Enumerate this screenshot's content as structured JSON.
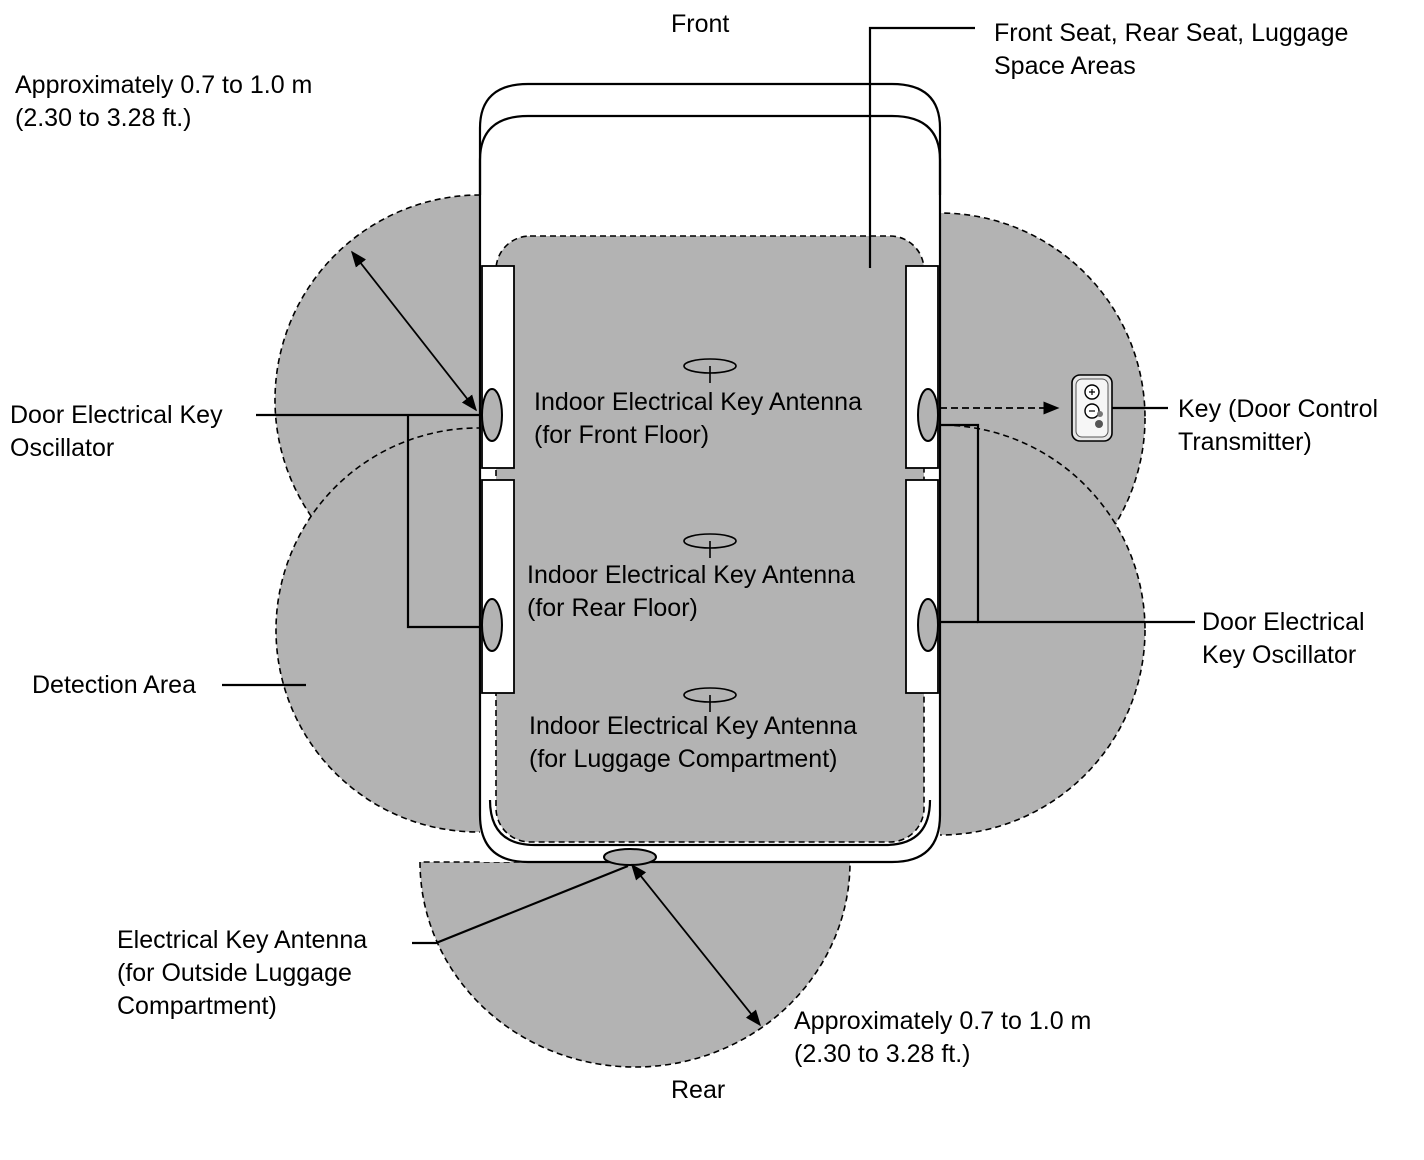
{
  "labels": {
    "front": "Front",
    "rear": "Rear",
    "seat_areas": [
      "Front Seat, Rear Seat, Luggage",
      "Space Areas"
    ],
    "range_top": [
      "Approximately 0.7 to 1.0 m",
      "(2.30 to 3.28 ft.)"
    ],
    "range_bottom": [
      "Approximately 0.7 to 1.0 m",
      "(2.30 to 3.28 ft.)"
    ],
    "door_osc_left": [
      "Door Electrical Key",
      "Oscillator"
    ],
    "door_osc_right": [
      "Door Electrical",
      "Key Oscillator"
    ],
    "detection_area": "Detection Area",
    "key": [
      "Key (Door Control",
      "Transmitter)"
    ],
    "antenna_front": [
      "Indoor Electrical Key Antenna",
      "(for Front Floor)"
    ],
    "antenna_rear": [
      "Indoor Electrical Key Antenna",
      "(for Rear Floor)"
    ],
    "antenna_luggage": [
      "Indoor Electrical Key Antenna",
      "(for Luggage Compartment)"
    ],
    "antenna_outside": [
      "Electrical Key Antenna",
      "(for Outside Luggage",
      "Compartment)"
    ]
  },
  "colors": {
    "detection_fill": "#b3b3b3",
    "line": "#000000",
    "background": "#ffffff"
  },
  "icons": [
    "key-fob-icon",
    "antenna-loop-icon",
    "oscillator-icon",
    "dimension-arrow-icon"
  ]
}
